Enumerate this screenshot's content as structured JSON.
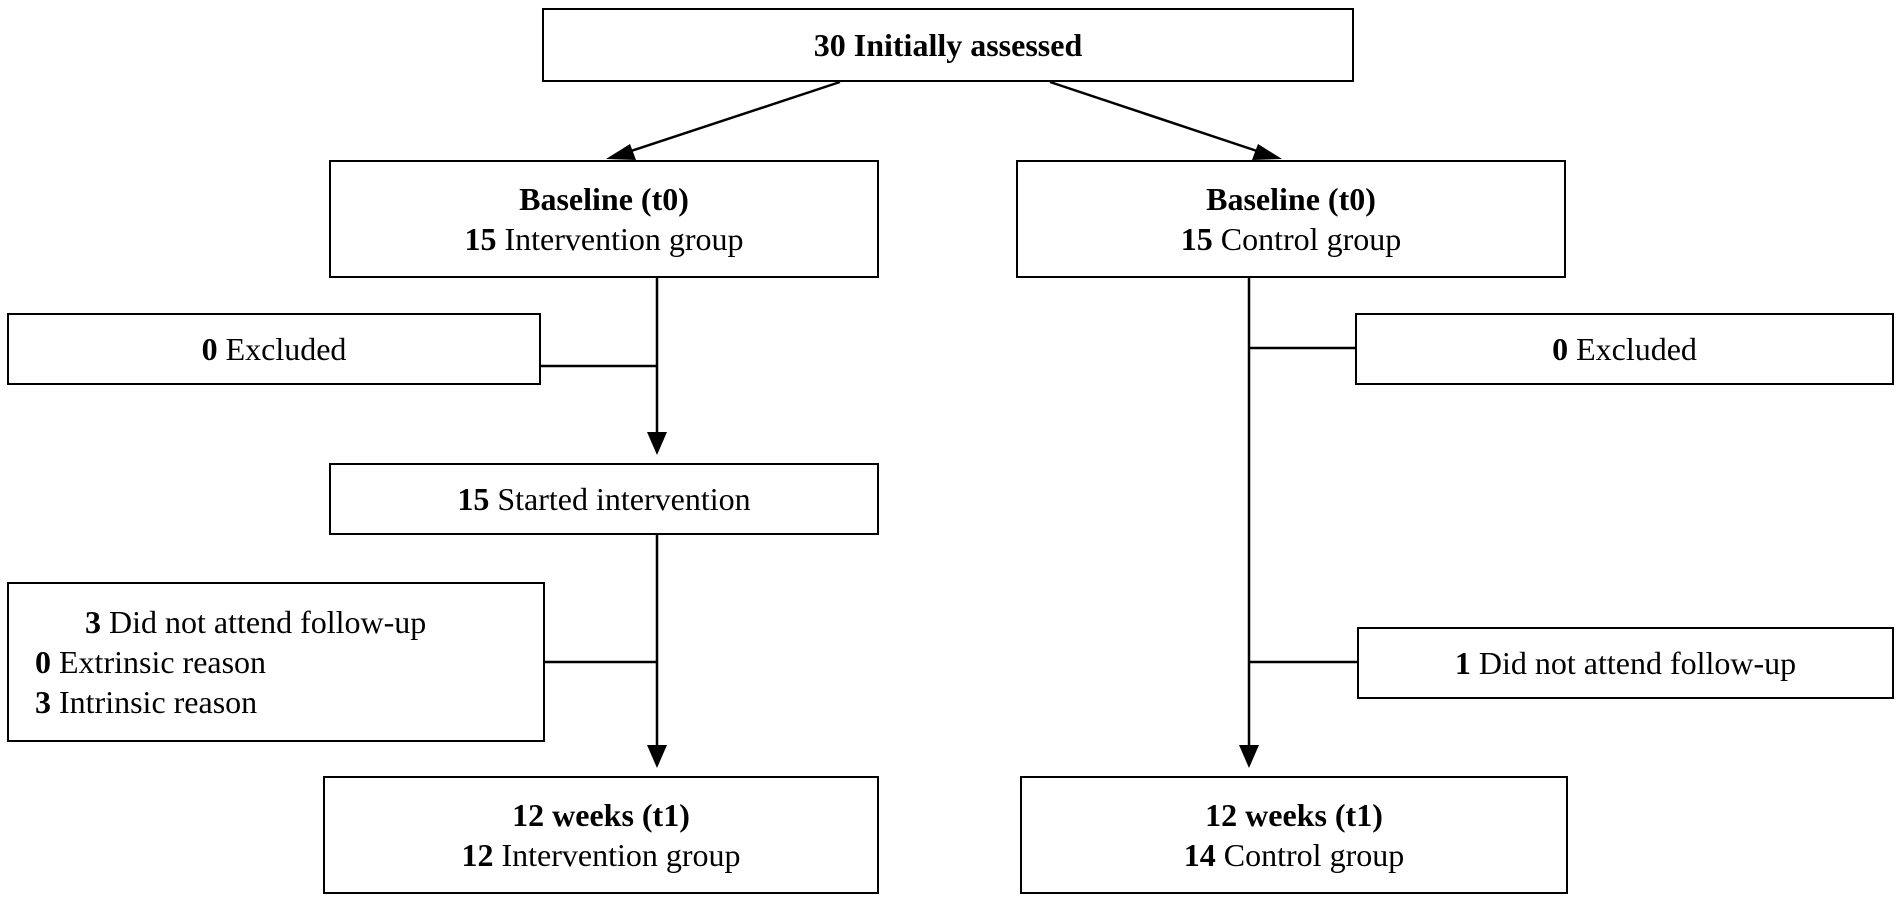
{
  "diagram": {
    "top": {
      "label": "30 Initially assessed"
    },
    "intervention_baseline": {
      "title": "Baseline (t0)",
      "count": "15",
      "text": " Intervention group"
    },
    "control_baseline": {
      "title": "Baseline (t0)",
      "count": "15",
      "text": " Control group"
    },
    "intervention_excluded": {
      "count": "0",
      "text": " Excluded"
    },
    "control_excluded": {
      "count": "0",
      "text": " Excluded"
    },
    "started_intervention": {
      "count": "15",
      "text": " Started intervention"
    },
    "intervention_followup_loss": {
      "lines": [
        {
          "count": "3",
          "text": " Did not attend follow-up"
        },
        {
          "count": "0",
          "text": " Extrinsic reason"
        },
        {
          "count": "3",
          "text": " Intrinsic reason"
        }
      ]
    },
    "control_followup_loss": {
      "count": "1",
      "text": " Did not attend follow-up"
    },
    "intervention_t1": {
      "title": "12 weeks (t1)",
      "count": "12",
      "text": " Intervention group"
    },
    "control_t1": {
      "title": "12 weeks (t1)",
      "count": "14",
      "text": " Control group"
    }
  }
}
